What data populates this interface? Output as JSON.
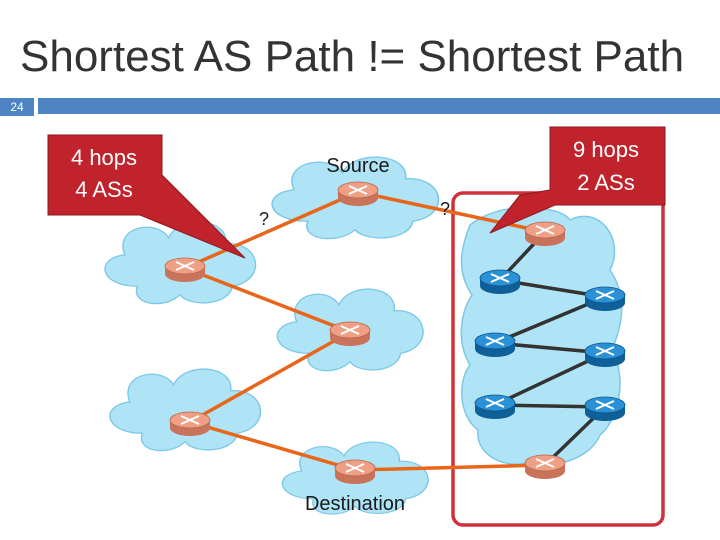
{
  "slide": {
    "title": "Shortest AS Path != Shortest Path",
    "number": "24"
  },
  "diagram": {
    "callout_left": [
      "4 hops",
      "4 ASs"
    ],
    "callout_right": [
      "9 hops",
      "2 ASs"
    ],
    "source_label": "Source",
    "destination_label": "Destination",
    "question_left": "?",
    "question_right": "?",
    "colors": {
      "cloud_fill": "#aee4f5",
      "cloud_stroke": "#7cc8e6",
      "path_orange": "#e8651a",
      "path_dark": "#333333",
      "callout_red": "#c0232c",
      "as_box_red": "#d0303a",
      "router_salmon": "#e8957a",
      "router_blue": "#1b7fc4"
    },
    "icons": [
      "router-icon",
      "cloud-icon"
    ]
  }
}
